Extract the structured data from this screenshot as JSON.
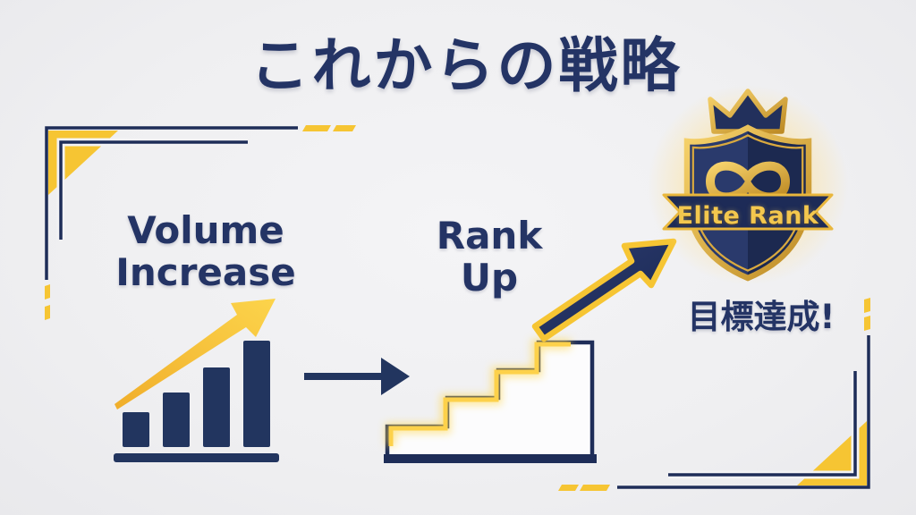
{
  "slide": {
    "title": "これからの戦略",
    "flow": {
      "step1_label": "Volume\nIncrease",
      "step2_label": "Rank\nUp",
      "badge_label": "Elite Rank",
      "goal_label": "目標達成!"
    }
  },
  "colors": {
    "navy": "#243465",
    "navy_shape": "#22355f",
    "yellow": "#f6c533",
    "gold": "#e0ac35",
    "gold_light": "#ffd968",
    "background": "#f0f0f1"
  }
}
